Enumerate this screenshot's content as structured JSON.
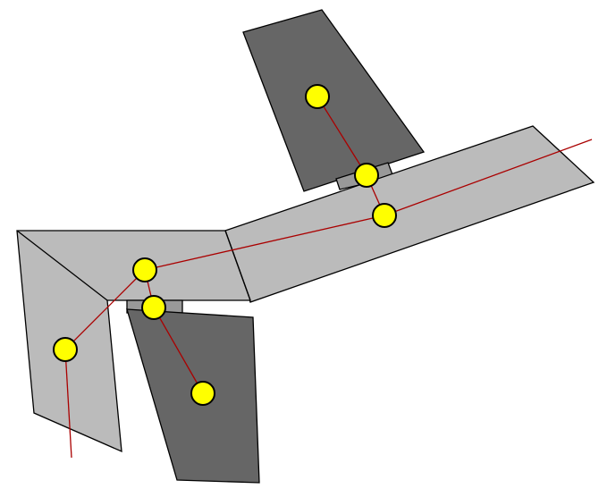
{
  "diagram": {
    "kind": "articulated rigid-body figure with joints",
    "background_color": "#ffffff",
    "colors": {
      "light_body": "#bbbbbb",
      "dark_body": "#666666",
      "connector": "#999999",
      "outline": "#000000",
      "link_line": "#aa0000",
      "joint_fill": "#ffff00"
    },
    "parts": [
      "upper-dark-panel",
      "upper-hinge-block",
      "long-arm",
      "left-corner-body",
      "lower-hinge-block",
      "lower-dark-panel"
    ],
    "joint_count": 7,
    "link_count": 8
  }
}
